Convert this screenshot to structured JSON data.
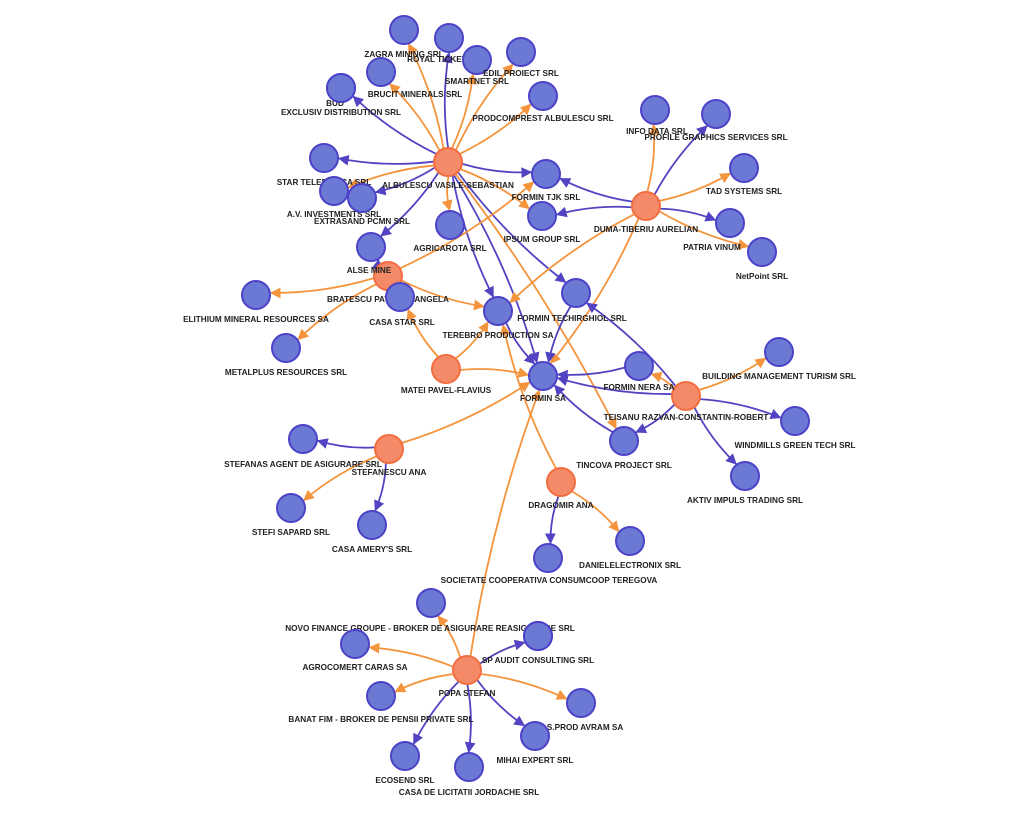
{
  "colors": {
    "person_fill": "#f48a68",
    "person_stroke": "#f26d3f",
    "company_fill": "#6c79d4",
    "company_stroke": "#4b42c8",
    "edge_orange": "#f4943c",
    "edge_blue": "#5243c2",
    "label_text": "#222222"
  },
  "nodes": [
    {
      "id": "albulescu",
      "label": "ALBULESCU VASILE-SEBASTIAN",
      "kind": "person"
    },
    {
      "id": "duma",
      "label": "DUMA-TIBERIU AURELIAN",
      "kind": "person"
    },
    {
      "id": "bratescu",
      "label": "BRATESCU PATRICIA-ANGELA",
      "kind": "person"
    },
    {
      "id": "matei",
      "label": "MATEI PAVEL-FLAVIUS",
      "kind": "person"
    },
    {
      "id": "teisanu",
      "label": "TEISANU RAZVAN-CONSTANTIN-ROBERT",
      "kind": "person"
    },
    {
      "id": "stefanescu",
      "label": "STEFANESCU ANA",
      "kind": "person"
    },
    {
      "id": "dragomir",
      "label": "DRAGOMIR ANA",
      "kind": "person"
    },
    {
      "id": "popa",
      "label": "POPA STEFAN",
      "kind": "person"
    },
    {
      "id": "zagra",
      "label": "ZAGRA MINING SRL",
      "kind": "company"
    },
    {
      "id": "royal",
      "label": "ROYAL TICKETS SRL",
      "kind": "company"
    },
    {
      "id": "smartnet",
      "label": "SMARTNET SRL",
      "kind": "company"
    },
    {
      "id": "edil",
      "label": "EDIL PROIECT SRL",
      "kind": "company"
    },
    {
      "id": "brucit",
      "label": "BRUCIT MINERALS SRL",
      "kind": "company"
    },
    {
      "id": "bud",
      "label": "BUD",
      "kind": "company"
    },
    {
      "id": "exclusiv",
      "label": "EXCLUSIV DISTRIBUTION SRL",
      "kind": "company"
    },
    {
      "id": "prodcomprest",
      "label": "PRODCOMPREST ALBULESCU SRL",
      "kind": "company"
    },
    {
      "id": "startel",
      "label": "STAR TELEFONICA SRL",
      "kind": "company"
    },
    {
      "id": "avinv",
      "label": "A.V. INVESTMENTS SRL",
      "kind": "company"
    },
    {
      "id": "extrasand",
      "label": "EXTRASAND PCMN SRL",
      "kind": "company"
    },
    {
      "id": "agricarota",
      "label": "AGRICAROTA SRL",
      "kind": "company"
    },
    {
      "id": "alse",
      "label": "ALSE MINE",
      "kind": "company"
    },
    {
      "id": "formintjk",
      "label": "FORMIN TJK SRL",
      "kind": "company"
    },
    {
      "id": "ipsum",
      "label": "IPSUM GROUP SRL",
      "kind": "company"
    },
    {
      "id": "infodata",
      "label": "INFO DATA SRL",
      "kind": "company"
    },
    {
      "id": "profile",
      "label": "PROFILE GRAPHICS SERVICES SRL",
      "kind": "company"
    },
    {
      "id": "tad",
      "label": "TAD SYSTEMS SRL",
      "kind": "company"
    },
    {
      "id": "patria",
      "label": "PATRIA VINUM",
      "kind": "company"
    },
    {
      "id": "netpoint",
      "label": "NetPoint SRL",
      "kind": "company"
    },
    {
      "id": "elithium",
      "label": "ELITHIUM MINERAL RESOURCES SA",
      "kind": "company"
    },
    {
      "id": "metalplus",
      "label": "METALPLUS RESOURCES SRL",
      "kind": "company"
    },
    {
      "id": "casastar",
      "label": "CASA STAR SRL",
      "kind": "company"
    },
    {
      "id": "terebro",
      "label": "TEREBRO PRODUCTION SA",
      "kind": "company"
    },
    {
      "id": "formintech",
      "label": "FORMIN TECHIRGHIOL SRL",
      "kind": "company"
    },
    {
      "id": "forminsa",
      "label": "FORMIN SA",
      "kind": "company"
    },
    {
      "id": "forminnera",
      "label": "FORMIN NERA SA",
      "kind": "company"
    },
    {
      "id": "bldg",
      "label": "BUILDING MANAGEMENT TURISM SRL",
      "kind": "company"
    },
    {
      "id": "windmills",
      "label": "WINDMILLS GREEN TECH SRL",
      "kind": "company"
    },
    {
      "id": "aktiv",
      "label": "AKTIV IMPULS TRADING SRL",
      "kind": "company"
    },
    {
      "id": "tincova",
      "label": "TINCOVA PROJECT SRL",
      "kind": "company"
    },
    {
      "id": "stefanas",
      "label": "STEFANAS AGENT DE ASIGURARE SRL",
      "kind": "company"
    },
    {
      "id": "stefi",
      "label": "STEFI SAPARD SRL",
      "kind": "company"
    },
    {
      "id": "casaamery",
      "label": "CASA AMERY'S SRL",
      "kind": "company"
    },
    {
      "id": "danielelectronix",
      "label": "DANIELELECTRONIX SRL",
      "kind": "company"
    },
    {
      "id": "dragcomp",
      "label": "",
      "kind": "company"
    },
    {
      "id": "consumcoop",
      "label": "SOCIETATE COOPERATIVA CONSUMCOOP TEREGOVA",
      "kind": "company"
    },
    {
      "id": "novo",
      "label": "NOVO FINANCE GROUPE - BROKER DE ASIGURARE REASIGURARE SRL",
      "kind": "company"
    },
    {
      "id": "agrocomert",
      "label": "AGROCOMERT CARAS SA",
      "kind": "company"
    },
    {
      "id": "spaudit",
      "label": "SP AUDIT CONSULTING SRL",
      "kind": "company"
    },
    {
      "id": "banatfim",
      "label": "BANAT FIM - BROKER DE PENSII PRIVATE SRL",
      "kind": "company"
    },
    {
      "id": "asprod",
      "label": "A.S.PROD AVRAM SA",
      "kind": "company"
    },
    {
      "id": "ecosend",
      "label": "ECOSEND SRL",
      "kind": "company"
    },
    {
      "id": "casalicitatii",
      "label": "CASA DE LICITATII JORDACHE SRL",
      "kind": "company"
    },
    {
      "id": "mihai",
      "label": "MIHAI EXPERT SRL",
      "kind": "company"
    }
  ],
  "edges": [
    {
      "from": "albulescu",
      "to": "zagra",
      "color": "orange"
    },
    {
      "from": "albulescu",
      "to": "royal",
      "color": "blue"
    },
    {
      "from": "albulescu",
      "to": "smartnet",
      "color": "orange"
    },
    {
      "from": "albulescu",
      "to": "edil",
      "color": "orange"
    },
    {
      "from": "albulescu",
      "to": "brucit",
      "color": "orange"
    },
    {
      "from": "albulescu",
      "to": "bud",
      "color": "blue"
    },
    {
      "from": "albulescu",
      "to": "prodcomprest",
      "color": "orange"
    },
    {
      "from": "albulescu",
      "to": "startel",
      "color": "blue"
    },
    {
      "from": "albulescu",
      "to": "avinv",
      "color": "orange"
    },
    {
      "from": "albulescu",
      "to": "extrasand",
      "color": "blue"
    },
    {
      "from": "albulescu",
      "to": "agricarota",
      "color": "orange"
    },
    {
      "from": "albulescu",
      "to": "alse",
      "color": "blue"
    },
    {
      "from": "albulescu",
      "to": "formintjk",
      "color": "blue"
    },
    {
      "from": "albulescu",
      "to": "ipsum",
      "color": "orange"
    },
    {
      "from": "albulescu",
      "to": "terebro",
      "color": "blue"
    },
    {
      "from": "albulescu",
      "to": "forminsa",
      "color": "blue"
    },
    {
      "from": "albulescu",
      "to": "formintech",
      "color": "blue"
    },
    {
      "from": "albulescu",
      "to": "tincova",
      "color": "orange"
    },
    {
      "from": "duma",
      "to": "infodata",
      "color": "orange"
    },
    {
      "from": "duma",
      "to": "profile",
      "color": "blue"
    },
    {
      "from": "duma",
      "to": "tad",
      "color": "orange"
    },
    {
      "from": "duma",
      "to": "patria",
      "color": "blue"
    },
    {
      "from": "duma",
      "to": "netpoint",
      "color": "orange"
    },
    {
      "from": "duma",
      "to": "formintjk",
      "color": "blue"
    },
    {
      "from": "duma",
      "to": "ipsum",
      "color": "blue"
    },
    {
      "from": "duma",
      "to": "forminsa",
      "color": "orange"
    },
    {
      "from": "duma",
      "to": "terebro",
      "color": "orange"
    },
    {
      "from": "bratescu",
      "to": "elithium",
      "color": "orange"
    },
    {
      "from": "bratescu",
      "to": "metalplus",
      "color": "orange"
    },
    {
      "from": "bratescu",
      "to": "casastar",
      "color": "blue"
    },
    {
      "from": "bratescu",
      "to": "terebro",
      "color": "orange"
    },
    {
      "from": "bratescu",
      "to": "alse",
      "color": "blue"
    },
    {
      "from": "bratescu",
      "to": "formintjk",
      "color": "orange"
    },
    {
      "from": "matei",
      "to": "casastar",
      "color": "orange"
    },
    {
      "from": "matei",
      "to": "terebro",
      "color": "orange"
    },
    {
      "from": "matei",
      "to": "forminsa",
      "color": "orange"
    },
    {
      "from": "teisanu",
      "to": "bldg",
      "color": "orange"
    },
    {
      "from": "teisanu",
      "to": "windmills",
      "color": "blue"
    },
    {
      "from": "teisanu",
      "to": "aktiv",
      "color": "blue"
    },
    {
      "from": "teisanu",
      "to": "tincova",
      "color": "blue"
    },
    {
      "from": "teisanu",
      "to": "forminnera",
      "color": "orange"
    },
    {
      "from": "teisanu",
      "to": "forminsa",
      "color": "blue"
    },
    {
      "from": "teisanu",
      "to": "formintech",
      "color": "blue"
    },
    {
      "from": "stefanescu",
      "to": "stefanas",
      "color": "blue"
    },
    {
      "from": "stefanescu",
      "to": "stefi",
      "color": "orange"
    },
    {
      "from": "stefanescu",
      "to": "casaamery",
      "color": "blue"
    },
    {
      "from": "stefanescu",
      "to": "forminsa",
      "color": "orange"
    },
    {
      "from": "dragomir",
      "to": "danielelectronix",
      "color": "orange"
    },
    {
      "from": "dragomir",
      "to": "dragcomp",
      "color": "blue"
    },
    {
      "from": "dragomir",
      "to": "terebro",
      "color": "orange"
    },
    {
      "from": "popa",
      "to": "consumcoop",
      "color": "orange"
    },
    {
      "from": "popa",
      "to": "novo",
      "color": "orange"
    },
    {
      "from": "popa",
      "to": "agrocomert",
      "color": "orange"
    },
    {
      "from": "popa",
      "to": "spaudit",
      "color": "blue"
    },
    {
      "from": "popa",
      "to": "banatfim",
      "color": "orange"
    },
    {
      "from": "popa",
      "to": "asprod",
      "color": "orange"
    },
    {
      "from": "popa",
      "to": "ecosend",
      "color": "blue"
    },
    {
      "from": "popa",
      "to": "casalicitatii",
      "color": "blue"
    },
    {
      "from": "popa",
      "to": "mihai",
      "color": "blue"
    },
    {
      "from": "popa",
      "to": "forminsa",
      "color": "orange"
    },
    {
      "from": "terebro",
      "to": "forminsa",
      "color": "blue"
    },
    {
      "from": "forminnera",
      "to": "forminsa",
      "color": "blue"
    },
    {
      "from": "formintech",
      "to": "forminsa",
      "color": "blue"
    },
    {
      "from": "tincova",
      "to": "forminsa",
      "color": "blue"
    }
  ]
}
